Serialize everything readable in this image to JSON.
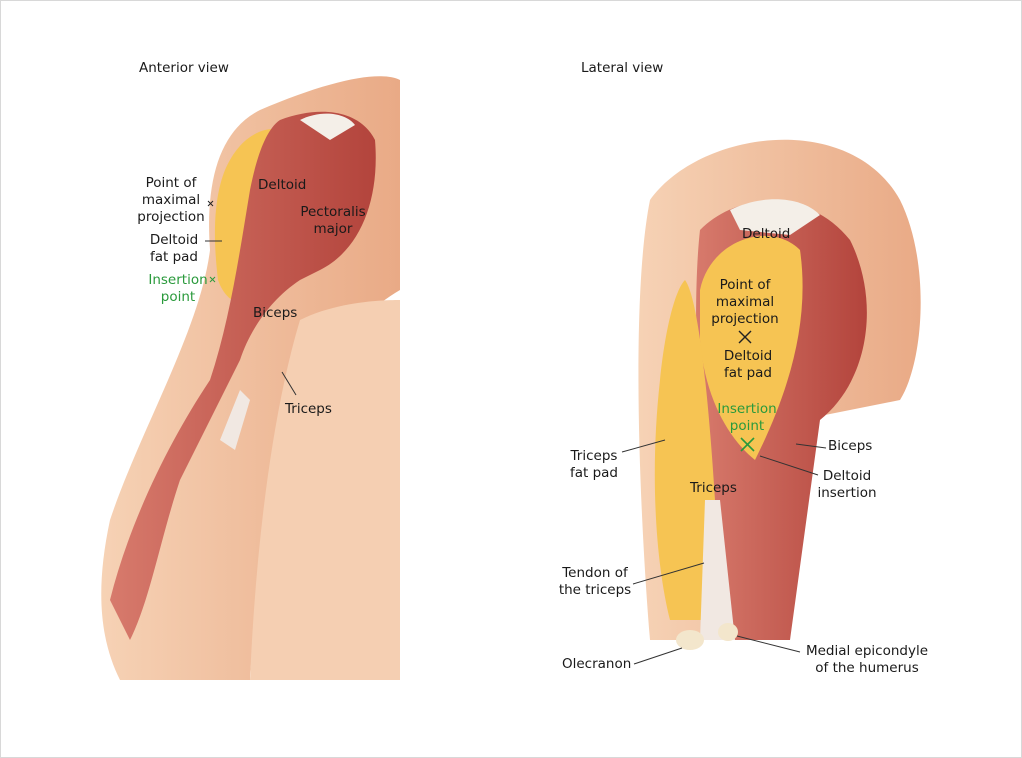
{
  "anterior": {
    "title": "Anterior view",
    "labels": {
      "point_max_1": "Point of",
      "point_max_2": "maximal",
      "point_max_3": "projection",
      "fat_pad_1": "Deltoid",
      "fat_pad_2": "fat pad",
      "insertion_1": "Insertion",
      "insertion_2": "point",
      "deltoid": "Deltoid",
      "pect_1": "Pectoralis",
      "pect_2": "major",
      "biceps": "Biceps",
      "triceps": "Triceps"
    }
  },
  "lateral": {
    "title": "Lateral view",
    "labels": {
      "deltoid": "Deltoid",
      "point_max_1": "Point of",
      "point_max_2": "maximal",
      "point_max_3": "projection",
      "fat_pad_1": "Deltoid",
      "fat_pad_2": "fat pad",
      "insertion_1": "Insertion",
      "insertion_2": "point",
      "biceps": "Biceps",
      "deltoid_ins_1": "Deltoid",
      "deltoid_ins_2": "insertion",
      "triceps_fat_1": "Triceps",
      "triceps_fat_2": "fat pad",
      "triceps": "Triceps",
      "tendon_1": "Tendon of",
      "tendon_2": "the triceps",
      "olecranon": "Olecranon",
      "epicondyle_1": "Medial epicondyle",
      "epicondyle_2": "of the humerus"
    }
  },
  "colors": {
    "skin": "#f3c9a8",
    "muscle": "#c9594f",
    "fat": "#f6c453",
    "green": "#2a9a3c"
  }
}
